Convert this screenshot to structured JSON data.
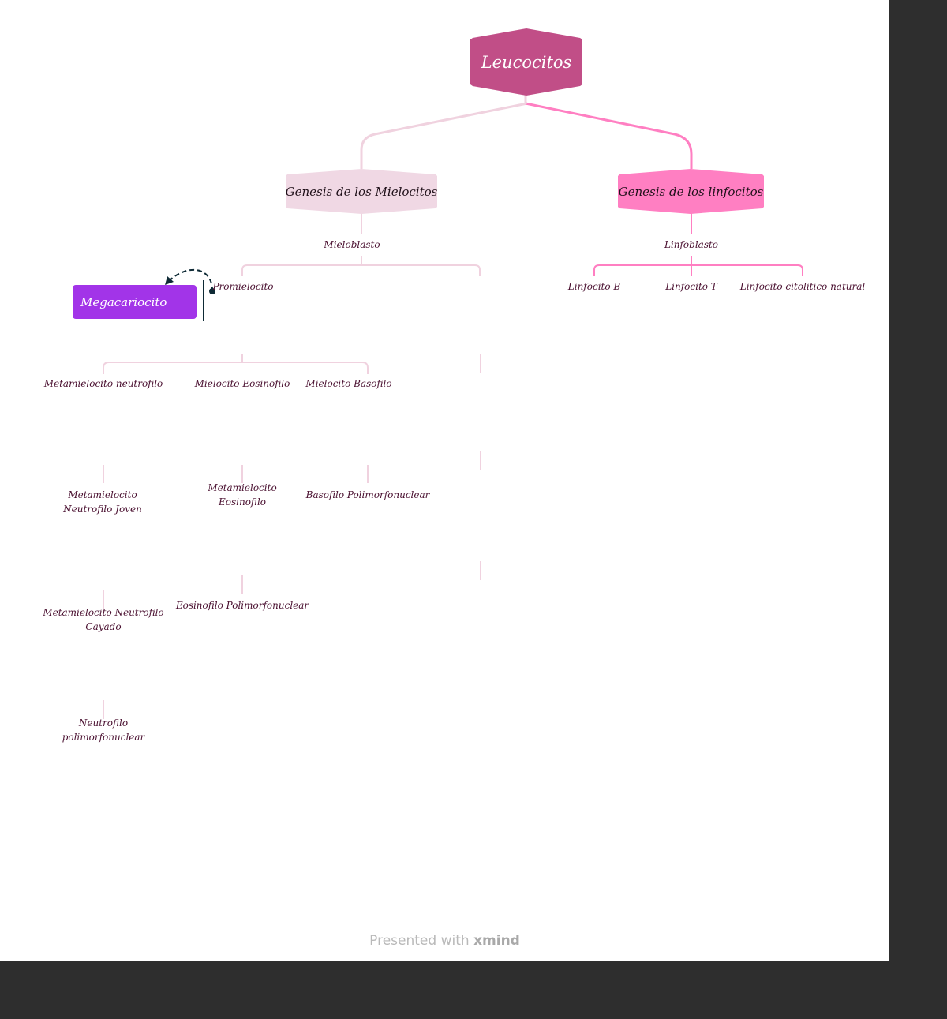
{
  "root": {
    "label": "Leucocitos"
  },
  "branches": {
    "mielocitos": {
      "label": "Genesis de los Mielocitos",
      "mieloblasto": "Mieloblasto",
      "promielocito": "Promielocito",
      "children": {
        "neutrofilo": [
          "Metamielocito neutrofilo",
          "Metamielocito Neutrofilo Joven",
          "Metamielocito Neutrofilo Cayado",
          "Neutrofilo polimorfonuclear"
        ],
        "eosinofilo": [
          "Mielocito Eosinofilo",
          "Metamielocito Eosinofilo",
          "Eosinofilo Polimorfonuclear"
        ],
        "basofilo": [
          "Mielocito Basofilo",
          "Basofilo Polimorfonuclear"
        ]
      }
    },
    "linfocitos": {
      "label": "Genesis de los linfocitos",
      "linfoblasto": "Linfoblasto",
      "children": [
        "Linfocito B",
        "Linfocito T",
        "Linfocito citolitico natural"
      ]
    }
  },
  "floating": {
    "label": "Megacariocito"
  },
  "watermark": {
    "prefix": "Presented with",
    "brand": "xmind"
  },
  "colors": {
    "root": "#c14e87",
    "mielocitos": "#f0d8e4",
    "linfocitos": "#ff7fc2",
    "floating": "#a234e8",
    "line_light": "#f0d2df",
    "line_pink": "#ff7fc2",
    "relationship": "#0e2a35"
  }
}
